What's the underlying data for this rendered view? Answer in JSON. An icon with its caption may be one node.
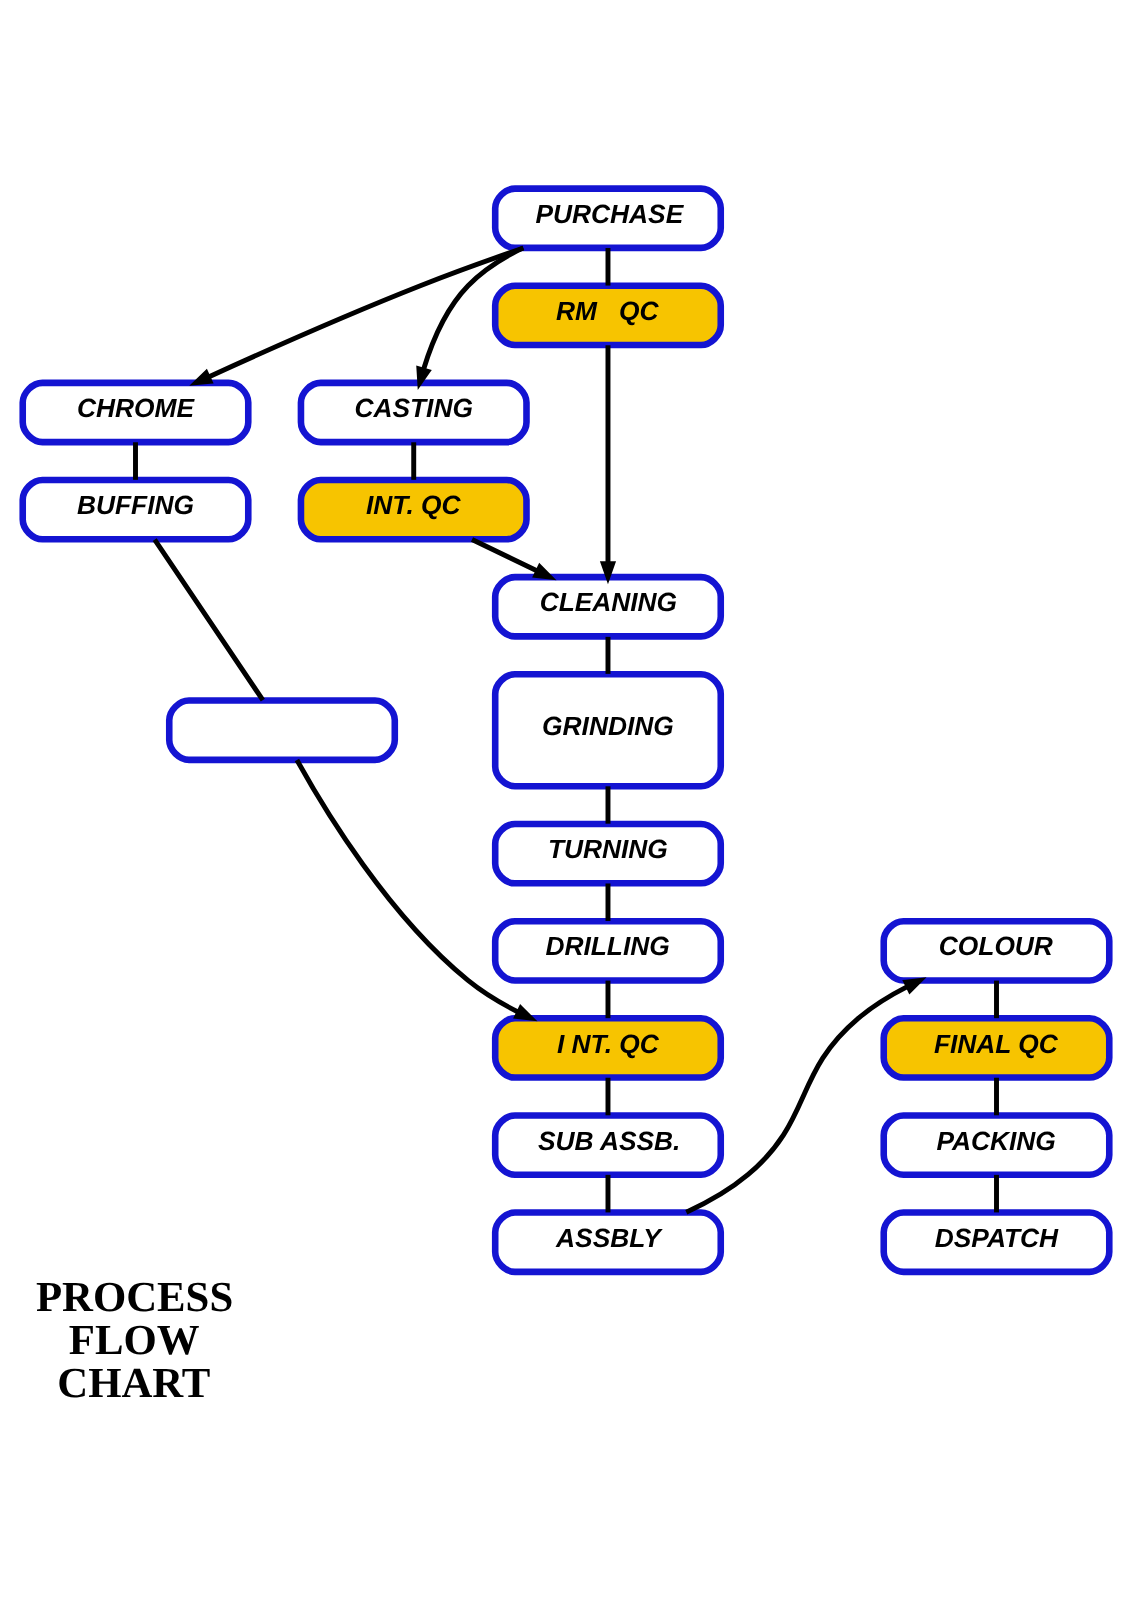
{
  "diagram": {
    "title": "PROCESS FLOW CHART",
    "nodes": [
      {
        "text": [
          "PURCHASE"
        ]
      },
      {
        "text": [
          "RM   QC"
        ]
      },
      {
        "text": [
          "CHROME"
        ]
      },
      {
        "text": [
          "BUFFING"
        ]
      },
      {
        "text": [],
        "shape": "box"
      },
      {
        "text": [
          "CASTING"
        ]
      },
      {
        "text": [
          "INT. QC"
        ]
      },
      {
        "text": [
          "CLEANING"
        ]
      },
      {
        "text": [
          "GRINDING"
        ]
      },
      {
        "text": [
          "TURNING"
        ]
      },
      {
        "text": [
          "DRILLING"
        ]
      },
      {
        "text": [
          "I NT. QC"
        ]
      },
      {
        "text": [
          "SUB ASSB."
        ]
      },
      {
        "text": [
          "ASSBLY"
        ]
      },
      {
        "text": [
          "COLOUR"
        ]
      },
      {
        "text": [
          "FINAL QC"
        ]
      },
      {
        "text": [
          "PACKING"
        ]
      },
      {
        "text": [
          "DSPATCH"
        ]
      }
    ],
    "edges": [
      {
        "from": 0,
        "to": 2,
        "arrow": "to"
      },
      {
        "from": 0,
        "to": 1,
        "arrow": "none"
      },
      {
        "from": 0,
        "to": 5,
        "arrow": "to"
      },
      {
        "from": 1,
        "to": 7,
        "arrow": "to"
      },
      {
        "from": 2,
        "to": 3,
        "arrow": "none"
      },
      {
        "from": 3,
        "to": 4,
        "arrow": "none"
      },
      {
        "from": 4,
        "to": 11,
        "arrow": "to"
      },
      {
        "from": 5,
        "to": 6,
        "arrow": "none"
      },
      {
        "from": 6,
        "to": 7,
        "arrow": "to"
      },
      {
        "from": 7,
        "to": 8,
        "arrow": "none"
      },
      {
        "from": 8,
        "to": 9,
        "arrow": "none"
      },
      {
        "from": 9,
        "to": 10,
        "arrow": "none"
      },
      {
        "from": 10,
        "to": 11,
        "arrow": "none"
      },
      {
        "from": 11,
        "to": 12,
        "arrow": "none"
      },
      {
        "from": 12,
        "to": 13,
        "arrow": "none"
      },
      {
        "from": 13,
        "to": 14,
        "arrow": "to"
      },
      {
        "from": 14,
        "to": 15,
        "arrow": "none"
      },
      {
        "from": 15,
        "to": 16,
        "arrow": "none"
      },
      {
        "from": 16,
        "to": 17,
        "arrow": "none"
      }
    ]
  }
}
